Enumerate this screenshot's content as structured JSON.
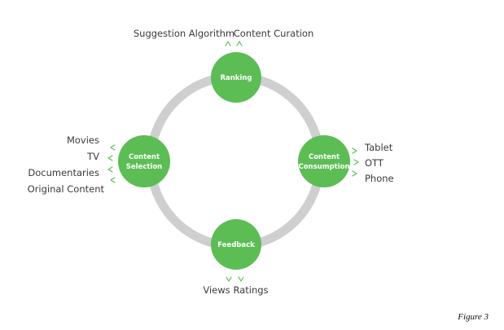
{
  "colors": {
    "node_fill": "#5cbd55",
    "ring": "#cfcfcf",
    "arrow": "#5cbd55",
    "text": "#3a3a3a"
  },
  "nodes": {
    "ranking": {
      "line1": "Ranking"
    },
    "content_selection": {
      "line1": "Content",
      "line2": "Selection"
    },
    "content_consumption": {
      "line1": "Content",
      "line2": "Consumption"
    },
    "feedback": {
      "line1": "Feedback"
    }
  },
  "outputs": {
    "ranking": [
      "Suggestion Algorithm",
      "Content Curation"
    ],
    "content_selection": [
      "Movies",
      "TV",
      "Documentaries",
      "Original Content"
    ],
    "content_consumption": [
      "Tablet",
      "OTT",
      "Phone"
    ],
    "feedback": [
      "Views",
      "Ratings"
    ]
  },
  "caption": "Figure 3"
}
